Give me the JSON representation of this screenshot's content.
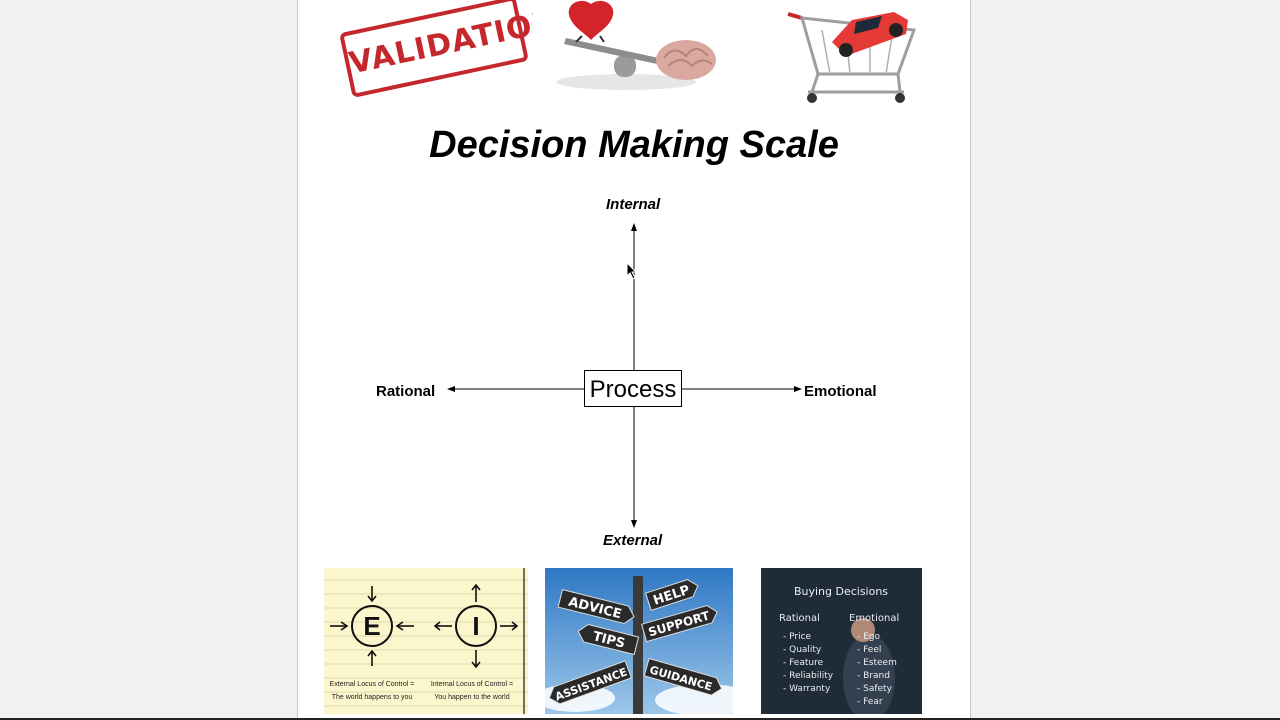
{
  "page": {
    "title": "Decision Making Scale"
  },
  "top_images": {
    "stamp_text": "VALIDATION"
  },
  "diagram": {
    "top_label": "Internal",
    "bottom_label": "External",
    "left_label": "Rational",
    "right_label": "Emotional",
    "center_label": "Process"
  },
  "bottom_images": {
    "locus": {
      "left_letter": "E",
      "right_letter": "I",
      "left_caption_1": "External Locus of Control =",
      "left_caption_2": "The world happens to you",
      "right_caption_1": "Internal Locus of Control =",
      "right_caption_2": "You happen to the world"
    },
    "signpost": {
      "signs": [
        "ADVICE",
        "HELP",
        "TIPS",
        "SUPPORT",
        "ASSISTANCE",
        "GUIDANCE"
      ]
    },
    "chalkboard": {
      "heading": "Buying Decisions",
      "rational_header": "Rational",
      "emotional_header": "Emotional",
      "rational_items": [
        "Price",
        "Quality",
        "Feature",
        "Reliability",
        "Warranty"
      ],
      "emotional_items": [
        "Ego",
        "Feel",
        "Esteem",
        "Brand",
        "Safety",
        "Fear"
      ]
    }
  }
}
